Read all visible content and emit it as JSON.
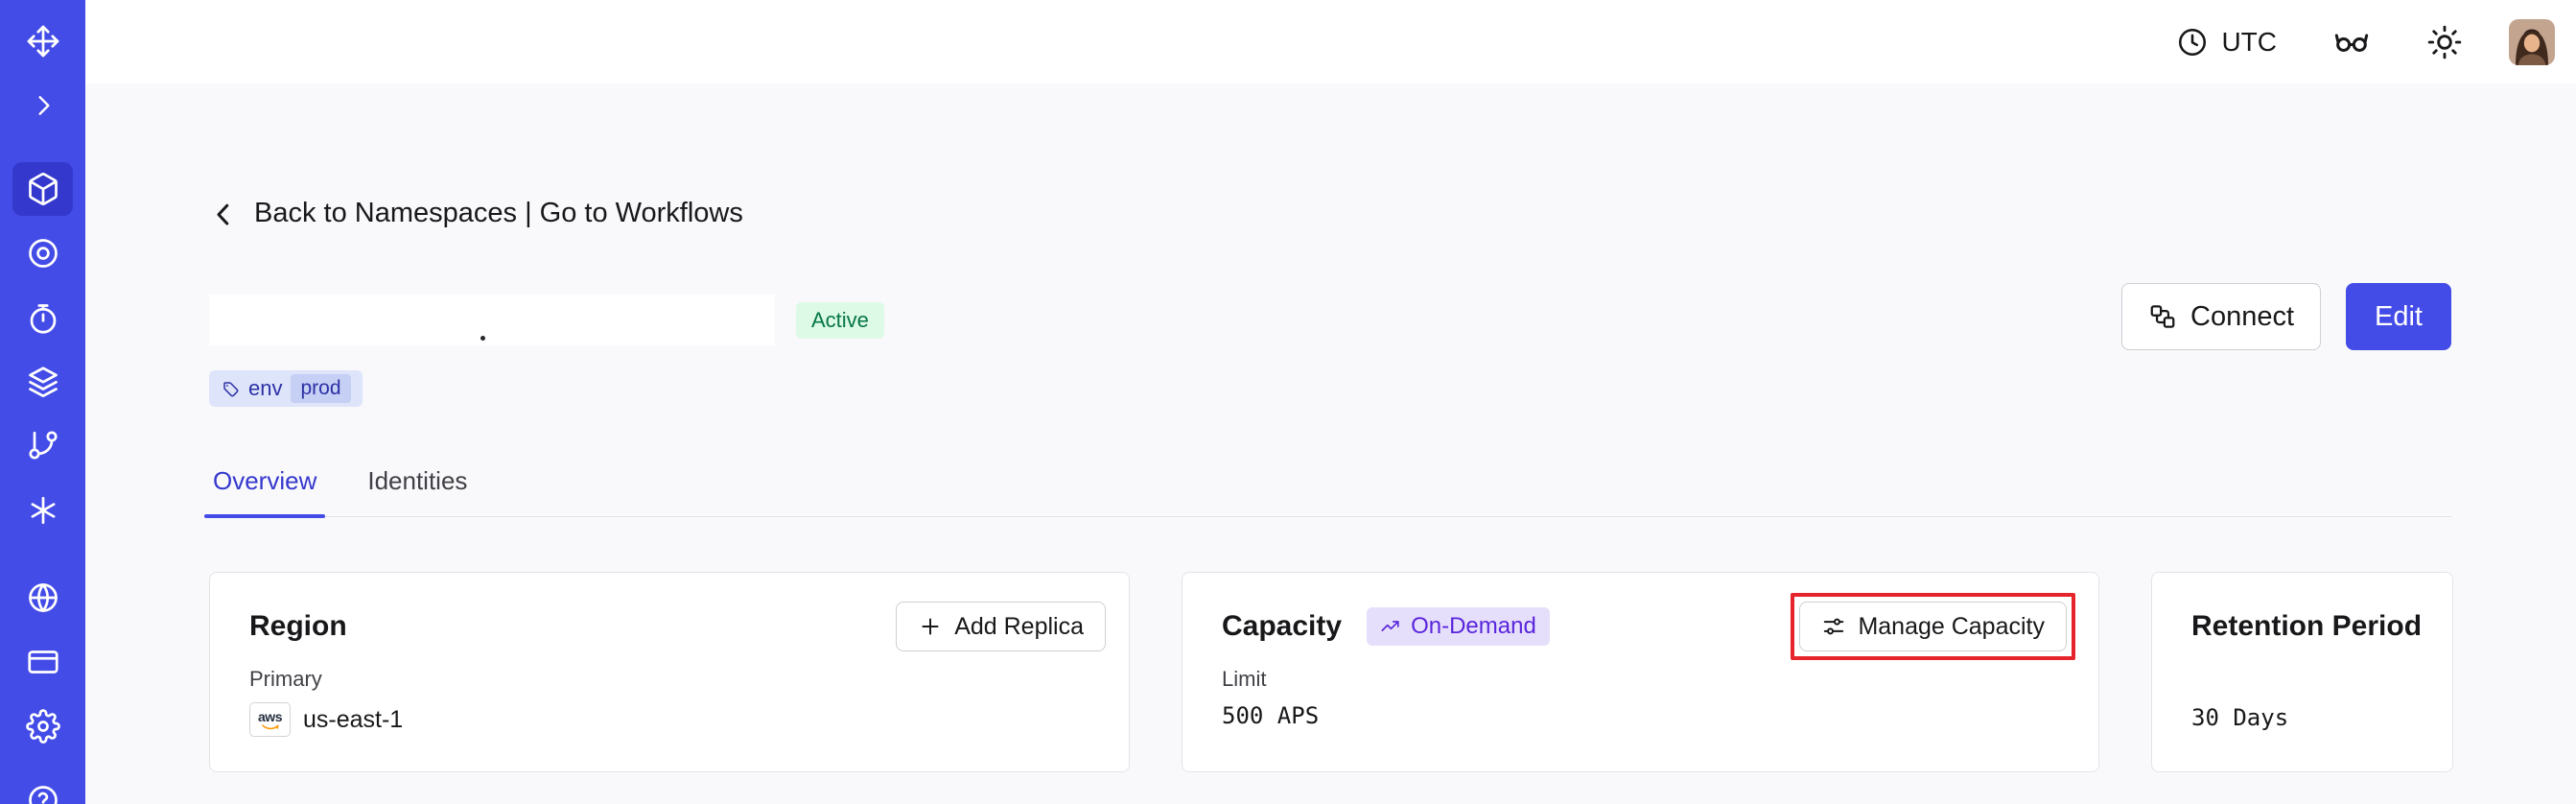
{
  "topbar": {
    "timezone": "UTC"
  },
  "nav": {
    "back_label": "Back to Namespaces | Go to Workflows"
  },
  "namespace": {
    "status": "Active",
    "tag": {
      "key": "env",
      "value": "prod"
    },
    "actions": {
      "connect": "Connect",
      "edit": "Edit"
    }
  },
  "tabs": [
    {
      "label": "Overview",
      "active": true
    },
    {
      "label": "Identities",
      "active": false
    }
  ],
  "cards": {
    "region": {
      "title": "Region",
      "button_label": "Add Replica",
      "label": "Primary",
      "provider": "aws",
      "value": "us-east-1"
    },
    "capacity": {
      "title": "Capacity",
      "badge": "On-Demand",
      "button_label": "Manage Capacity",
      "label": "Limit",
      "value": "500 APS",
      "annotation_color": "#E5242B"
    },
    "retention": {
      "title": "Retention Period",
      "value": "30 Days"
    }
  },
  "colors": {
    "sidebar": "#444CE7",
    "sidebar_active": "#3538CD",
    "primary_button": "#444CE7",
    "content_background": "#F9F9FB",
    "active_badge_bg": "#DCFAE6",
    "active_badge_text": "#067647",
    "tag_bg": "#DEE4FA",
    "tag_text": "#2D31A6",
    "ondemand_bg": "#E6DFFB",
    "ondemand_text": "#5925DC",
    "annotation_red": "#E5242B"
  },
  "icons": {
    "sidebar": [
      "temporal-logo",
      "collapse-chevron",
      "namespaces-cube",
      "workflows-target",
      "schedules-timer",
      "deployments-layers",
      "nexus-branch",
      "batch-asterisk",
      "usage-globe",
      "billing-card",
      "settings-gear",
      "help-circle"
    ],
    "topbar": [
      "clock",
      "goggles",
      "sun",
      "avatar"
    ],
    "inline": [
      "back-chevron",
      "tag",
      "connect",
      "plus",
      "trending-up",
      "sliders",
      "aws-logo"
    ]
  }
}
